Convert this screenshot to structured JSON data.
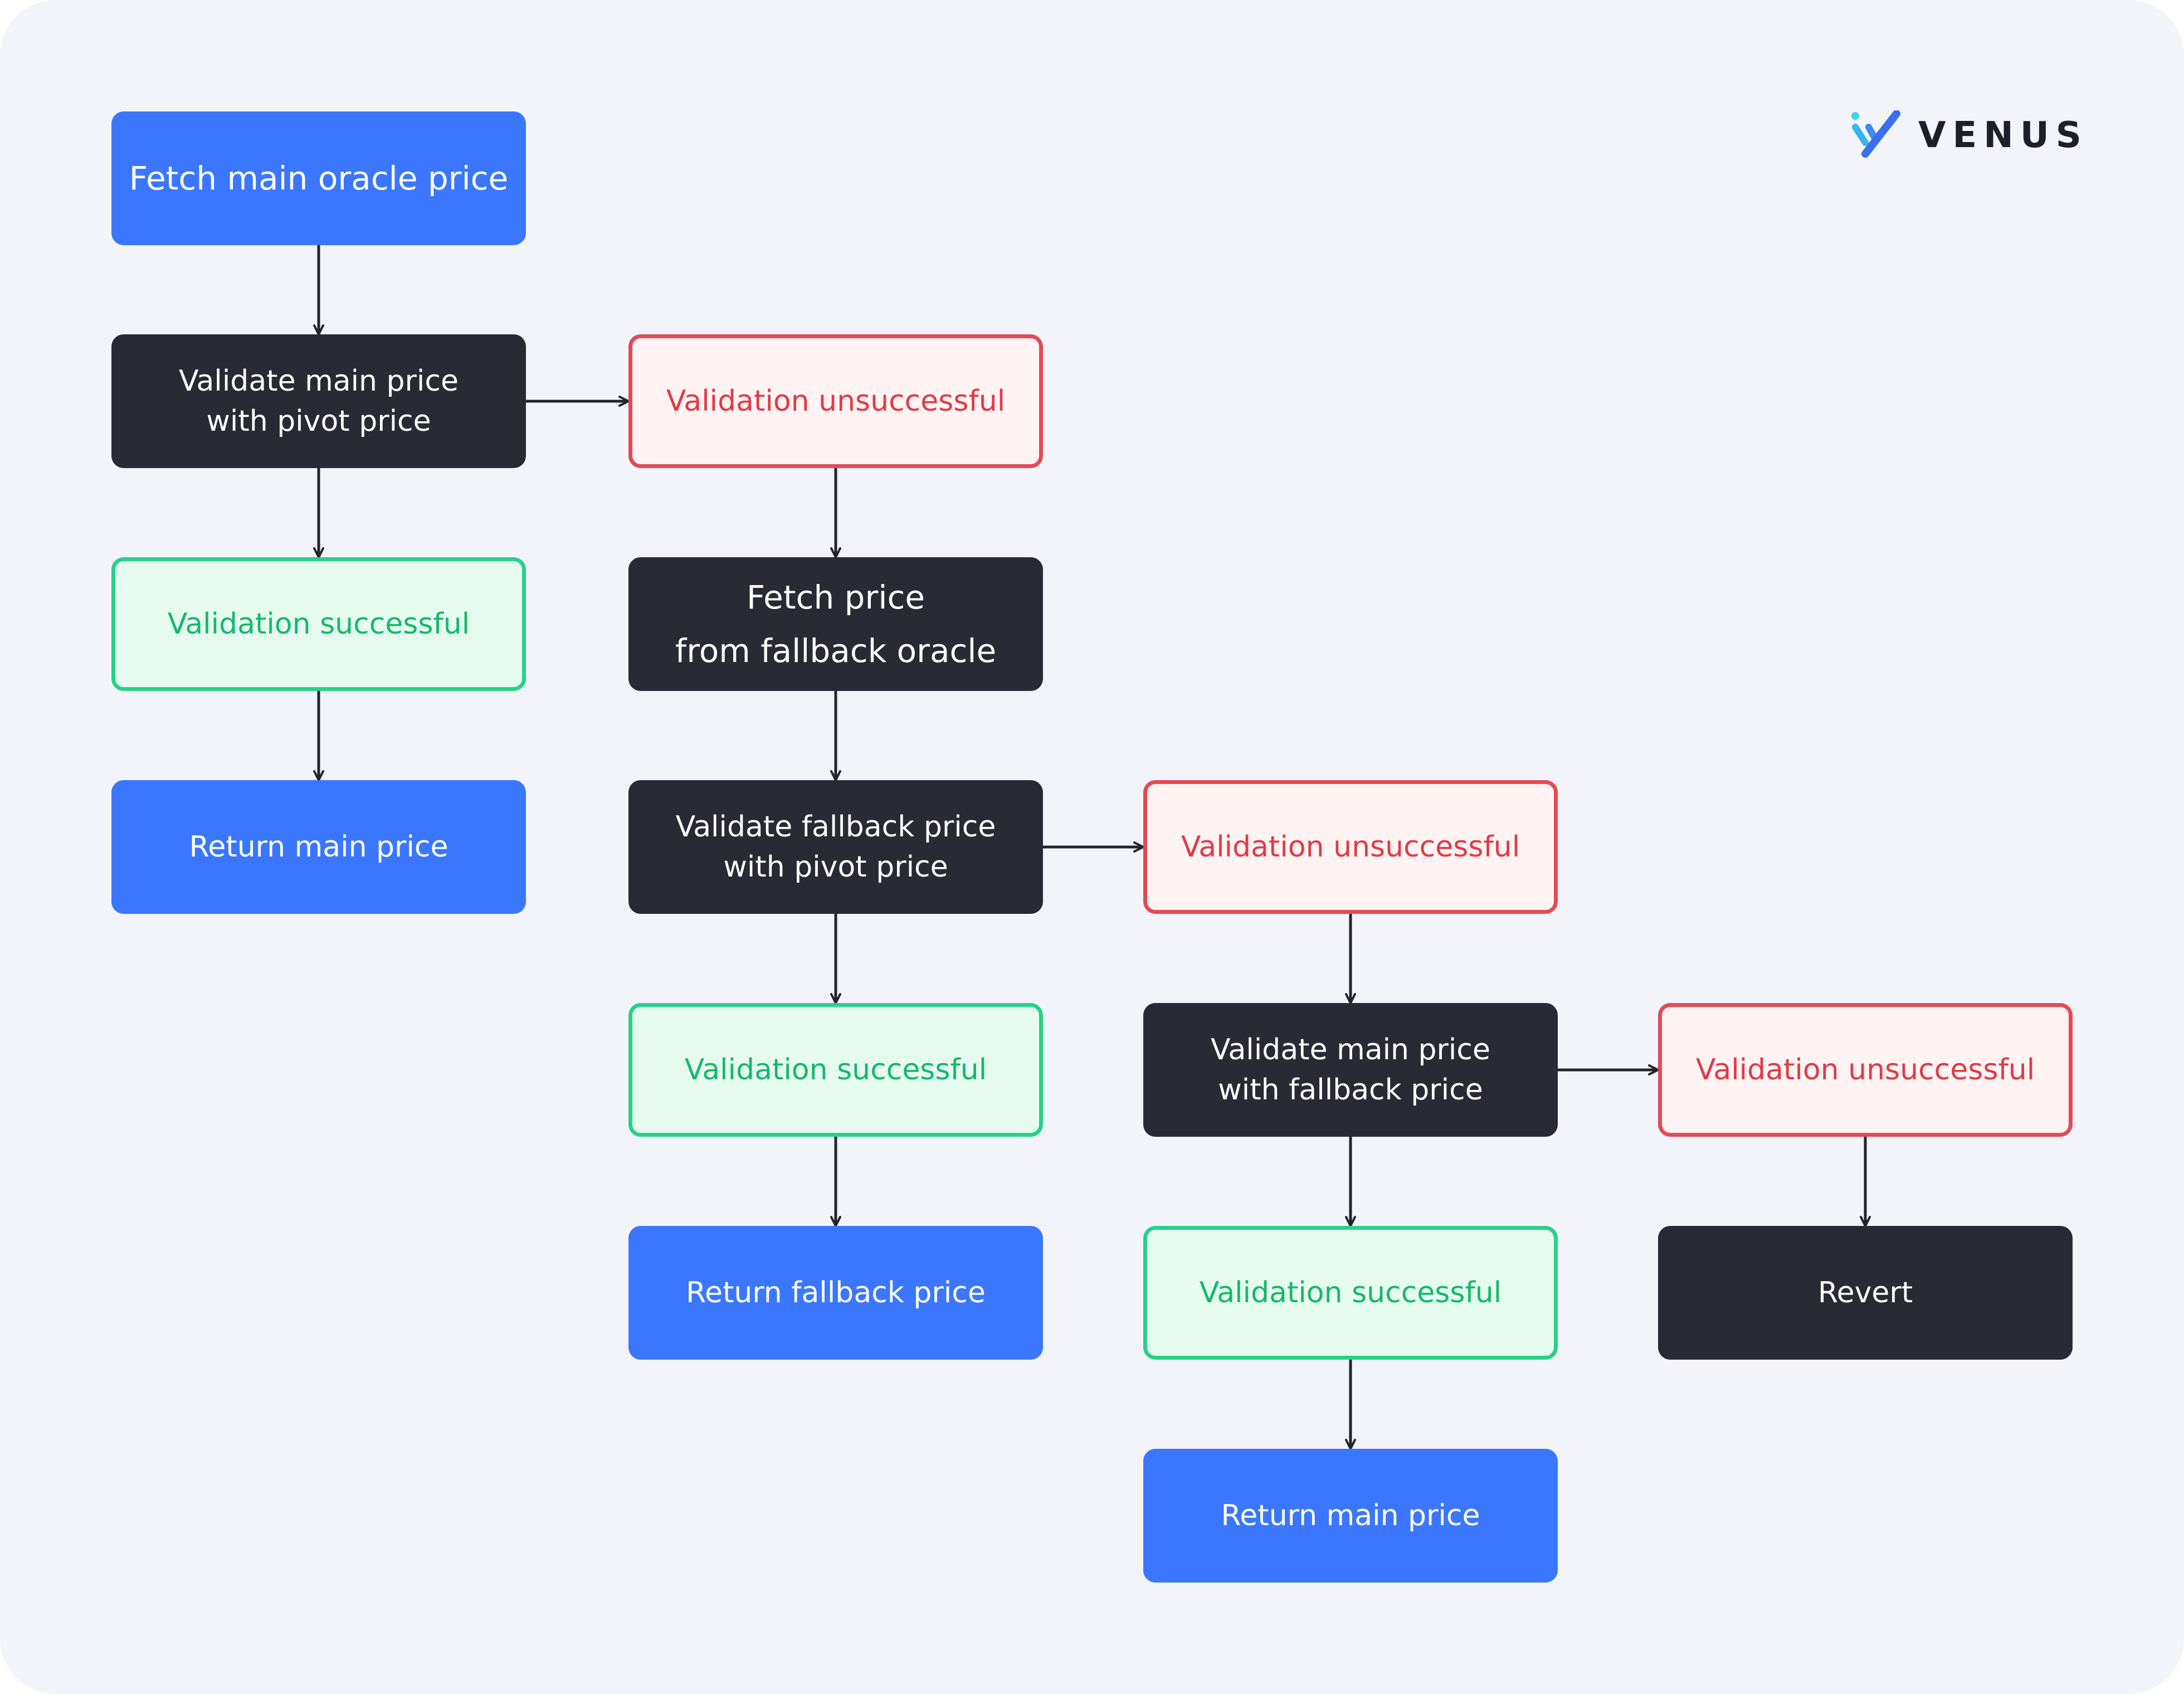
{
  "brand": {
    "name": "VENUS",
    "logo_icon": "venus-logo-icon",
    "colors": {
      "primary": "#3b77fe",
      "dark": "#292a33",
      "success": "#14b96b",
      "error": "#e13a45",
      "background": "#f2f4f9"
    }
  },
  "nodes": {
    "fetch_main": "Fetch main oracle price",
    "validate_main_pivot": "Validate main price\nwith pivot price",
    "unsuccessful_1": "Validation unsuccessful",
    "successful_1": "Validation successful",
    "return_main_1": "Return main price",
    "fetch_fallback": "Fetch price\nfrom fallback oracle",
    "validate_fallback_pivot": "Validate fallback price\nwith pivot price",
    "unsuccessful_2": "Validation unsuccessful",
    "successful_2": "Validation successful",
    "return_fallback": "Return fallback price",
    "validate_main_fallback": "Validate main price\nwith fallback price",
    "unsuccessful_3": "Validation unsuccessful",
    "successful_3": "Validation successful",
    "return_main_2": "Return main price",
    "revert": "Revert"
  },
  "edges": [
    [
      "fetch_main",
      "validate_main_pivot"
    ],
    [
      "validate_main_pivot",
      "unsuccessful_1"
    ],
    [
      "validate_main_pivot",
      "successful_1"
    ],
    [
      "successful_1",
      "return_main_1"
    ],
    [
      "unsuccessful_1",
      "fetch_fallback"
    ],
    [
      "fetch_fallback",
      "validate_fallback_pivot"
    ],
    [
      "validate_fallback_pivot",
      "unsuccessful_2"
    ],
    [
      "validate_fallback_pivot",
      "successful_2"
    ],
    [
      "successful_2",
      "return_fallback"
    ],
    [
      "unsuccessful_2",
      "validate_main_fallback"
    ],
    [
      "validate_main_fallback",
      "unsuccessful_3"
    ],
    [
      "validate_main_fallback",
      "successful_3"
    ],
    [
      "successful_3",
      "return_main_2"
    ],
    [
      "unsuccessful_3",
      "revert"
    ]
  ]
}
